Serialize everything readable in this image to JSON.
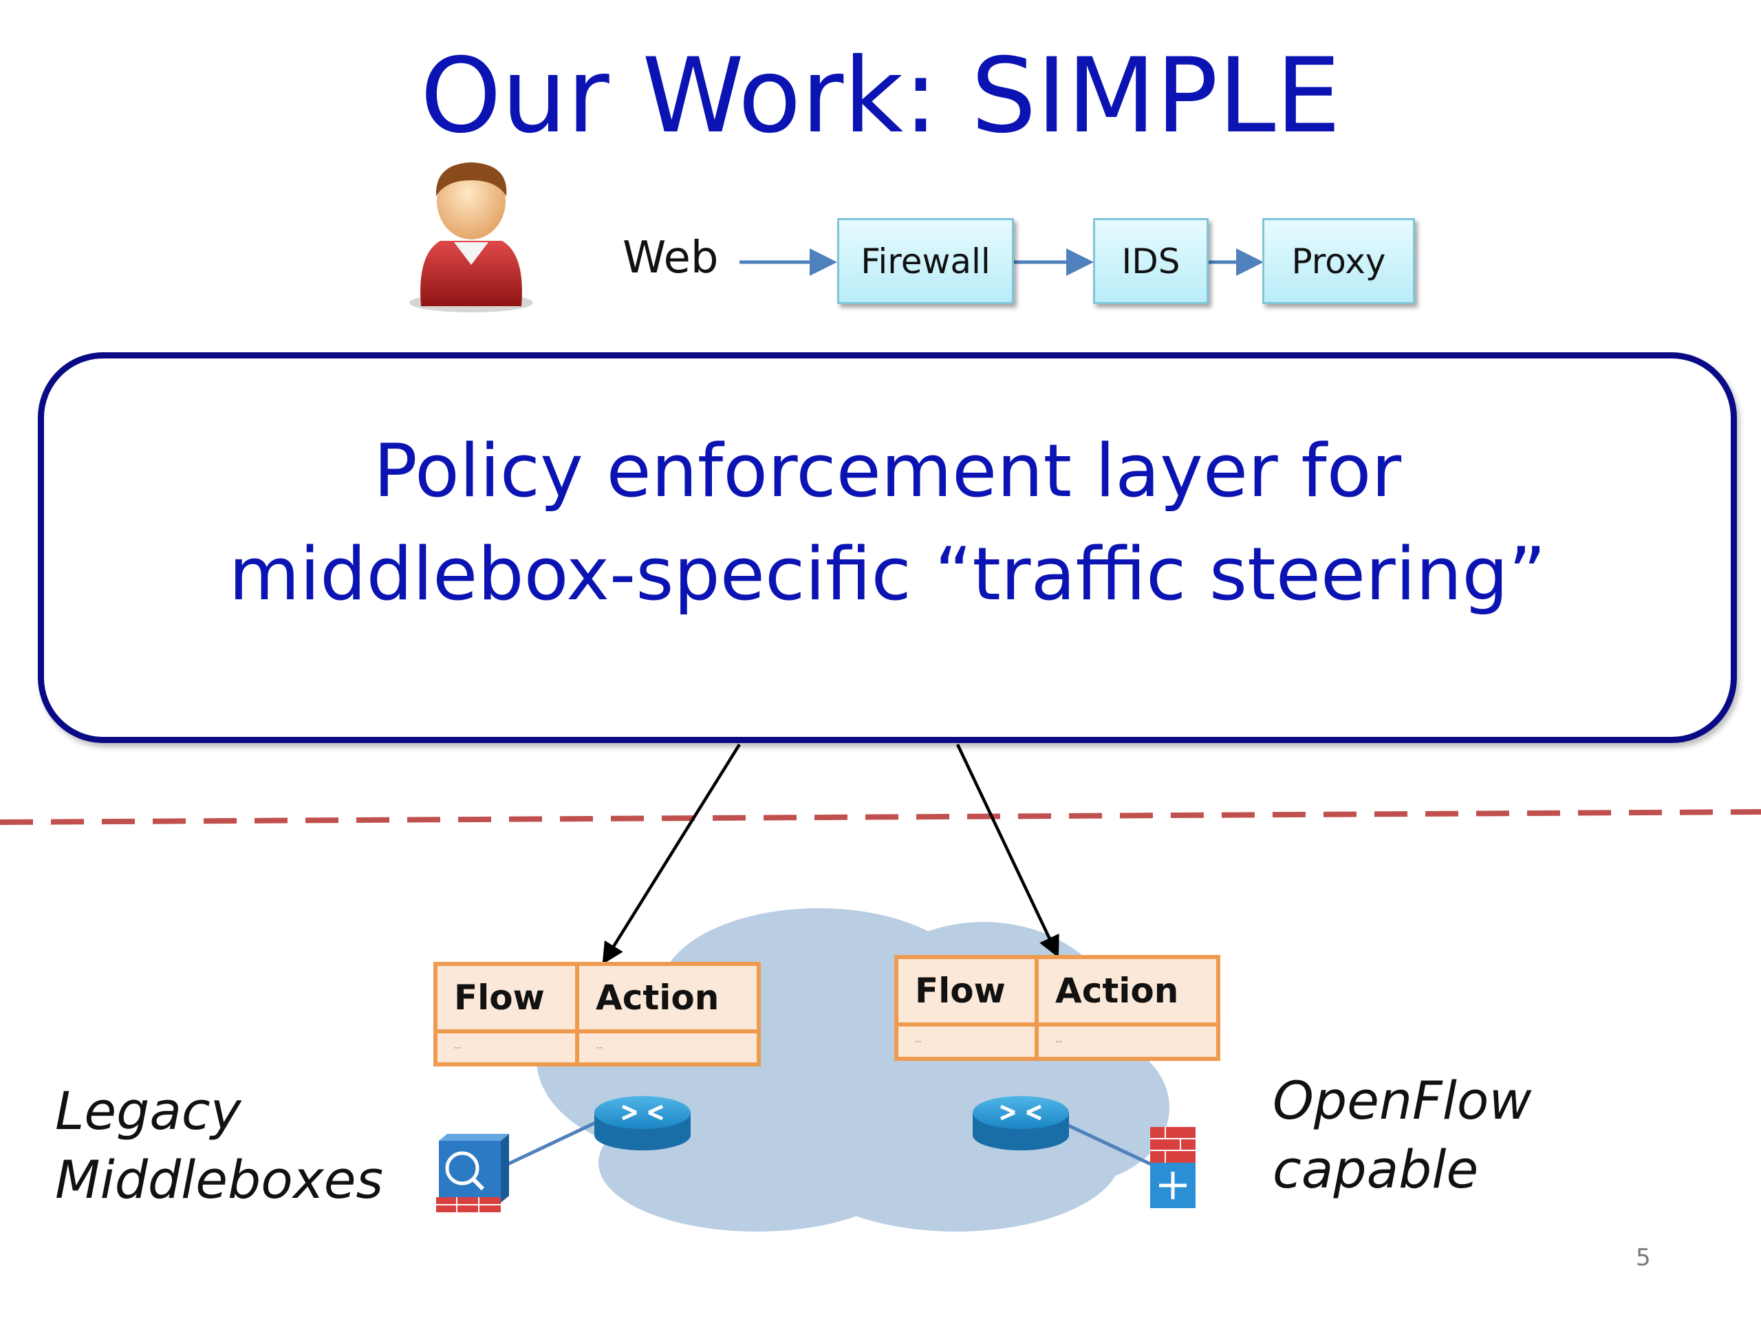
{
  "title": "Our Work: SIMPLE",
  "policy_chain": {
    "source": "Web",
    "middleboxes": [
      "Firewall",
      "IDS",
      "Proxy"
    ]
  },
  "policy_layer": {
    "line1": "Policy enforcement layer for",
    "line2": "middlebox-specific “traffic steering”"
  },
  "flow_tables": [
    {
      "headers": [
        "Flow",
        "Action"
      ],
      "rows": [
        [
          "--",
          "--"
        ]
      ]
    },
    {
      "headers": [
        "Flow",
        "Action"
      ],
      "rows": [
        [
          "--",
          "--"
        ]
      ]
    }
  ],
  "labels": {
    "legacy_line1": "Legacy",
    "legacy_line2": "Middleboxes",
    "openflow_line1": "OpenFlow",
    "openflow_line2": "capable"
  },
  "page_number": "5",
  "colors": {
    "title": "#0b14b3",
    "policy_border": "#0a0a86",
    "table_border": "#ee9b50",
    "table_fill": "#fbe8d8",
    "chain_box_fill": "#c8f2fb",
    "dashed_line": "#c0504d",
    "cloud": "#b9cde3"
  },
  "icons": [
    "user-icon",
    "router-icon",
    "legacy-middlebox-icon",
    "openflow-middlebox-icon"
  ]
}
